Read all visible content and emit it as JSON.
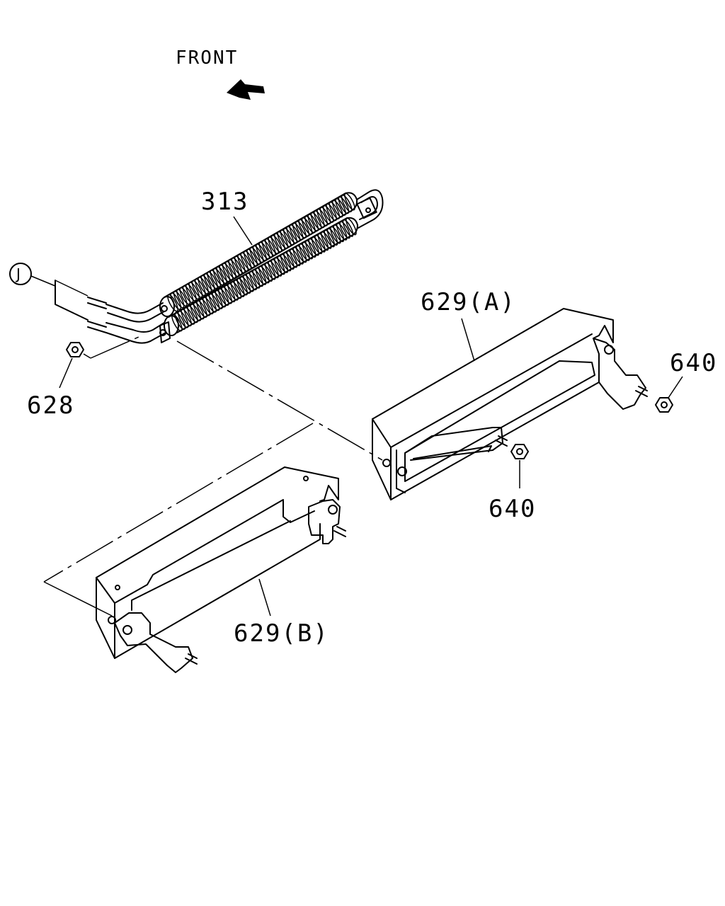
{
  "direction": {
    "text": "FRONT"
  },
  "callouts": {
    "ref_j": "J",
    "part_313": "313",
    "part_628": "628",
    "part_629a": "629(A)",
    "part_629b": "629(B)",
    "part_640_upper": "640",
    "part_640_lower": "640"
  }
}
